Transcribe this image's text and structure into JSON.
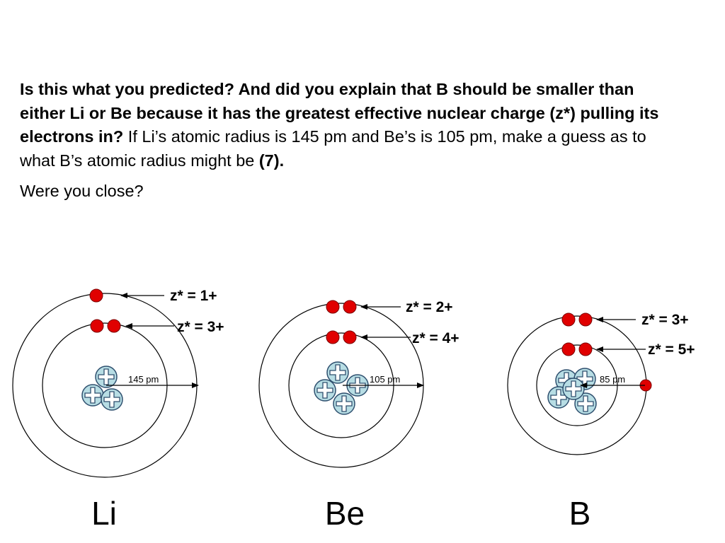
{
  "text": {
    "q_part1": "Is this what you predicted?  And did you explain that B should be smaller than either Li or Be because it has the greatest effective nuclear charge (z*) pulling its electrons in?",
    "q_part2": "  If Li’s atomic radius is 145 pm and Be’s is 105 pm, make a guess as to what B’s atomic radius might be ",
    "q_part3": "(7).",
    "followup": "Were you close?"
  },
  "atoms": {
    "li": {
      "name": "Li",
      "outer_z": "z* = 1+",
      "inner_z": "z* = 3+",
      "radius": "145 pm"
    },
    "be": {
      "name": "Be",
      "outer_z": "z* = 2+",
      "inner_z": "z* = 4+",
      "radius": "105 pm"
    },
    "b": {
      "name": "B",
      "outer_z": "z* = 3+",
      "inner_z": "z* = 5+",
      "radius": "85 pm"
    }
  },
  "colors": {
    "electron": "#e00000",
    "proton_fill": "#b7dde4",
    "proton_stroke": "#2e4f6e"
  }
}
